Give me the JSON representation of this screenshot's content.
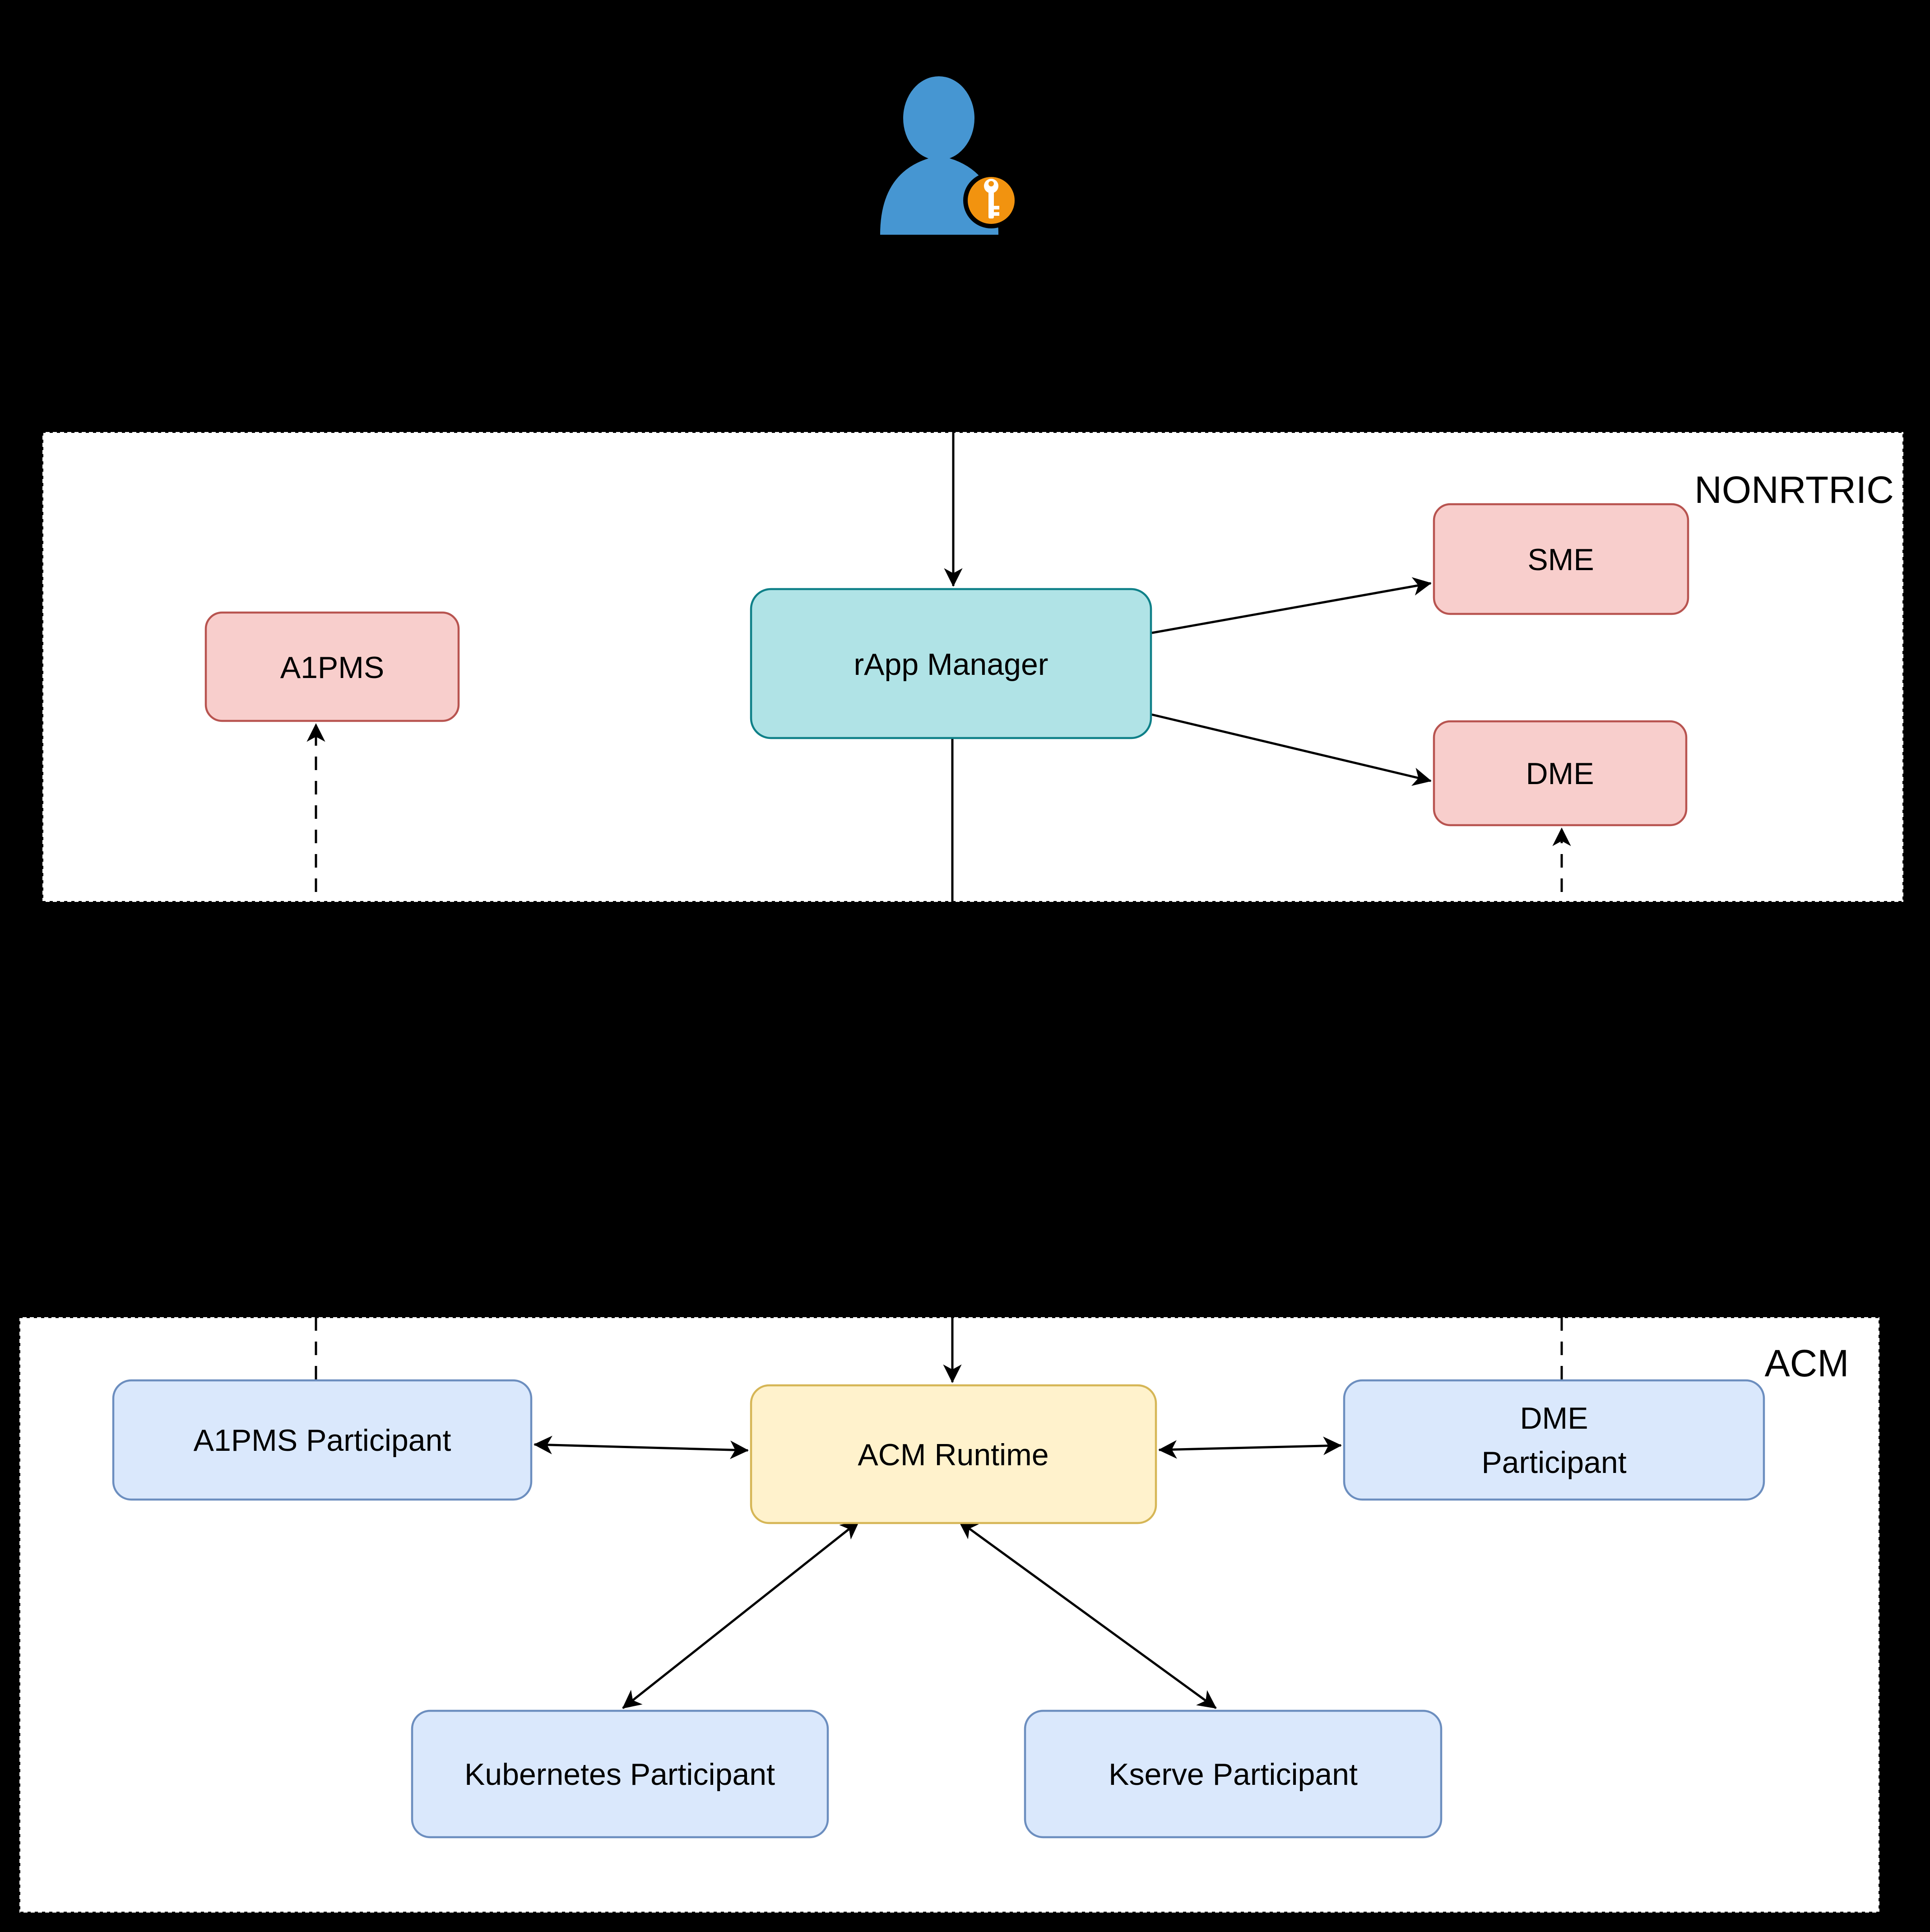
{
  "regions": {
    "nonrtric": {
      "label": "NONRTRIC"
    },
    "acm": {
      "label": "ACM"
    }
  },
  "nodes": {
    "a1pms": {
      "label": "A1PMS"
    },
    "rapp_manager": {
      "label": "rApp Manager"
    },
    "sme": {
      "label": "SME"
    },
    "dme": {
      "label": "DME"
    },
    "acm_runtime": {
      "label": "ACM Runtime"
    },
    "a1pms_participant": {
      "label": "A1PMS Participant"
    },
    "dme_participant": {
      "line1": "DME",
      "line2": "Participant"
    },
    "kubernetes_participant": {
      "label": "Kubernetes Participant"
    },
    "kserve_participant": {
      "label": "Kserve Participant"
    }
  },
  "icons": {
    "operator": "user-with-key-icon"
  },
  "colors": {
    "background": "#000000",
    "line": "#000000",
    "text": "#000000",
    "region_fill": "#ffffff",
    "pink_fill": "#f8cecc",
    "pink_stroke": "#b85450",
    "teal_fill": "#b0e3e6",
    "teal_stroke": "#0e8088",
    "yellow_fill": "#fff2cc",
    "yellow_stroke": "#d6b656",
    "blue_fill": "#dae8fc",
    "blue_stroke": "#6c8ebf",
    "person_blue": "#4696d2",
    "badge_orange": "#f2930f",
    "key_white": "#ffffff"
  }
}
